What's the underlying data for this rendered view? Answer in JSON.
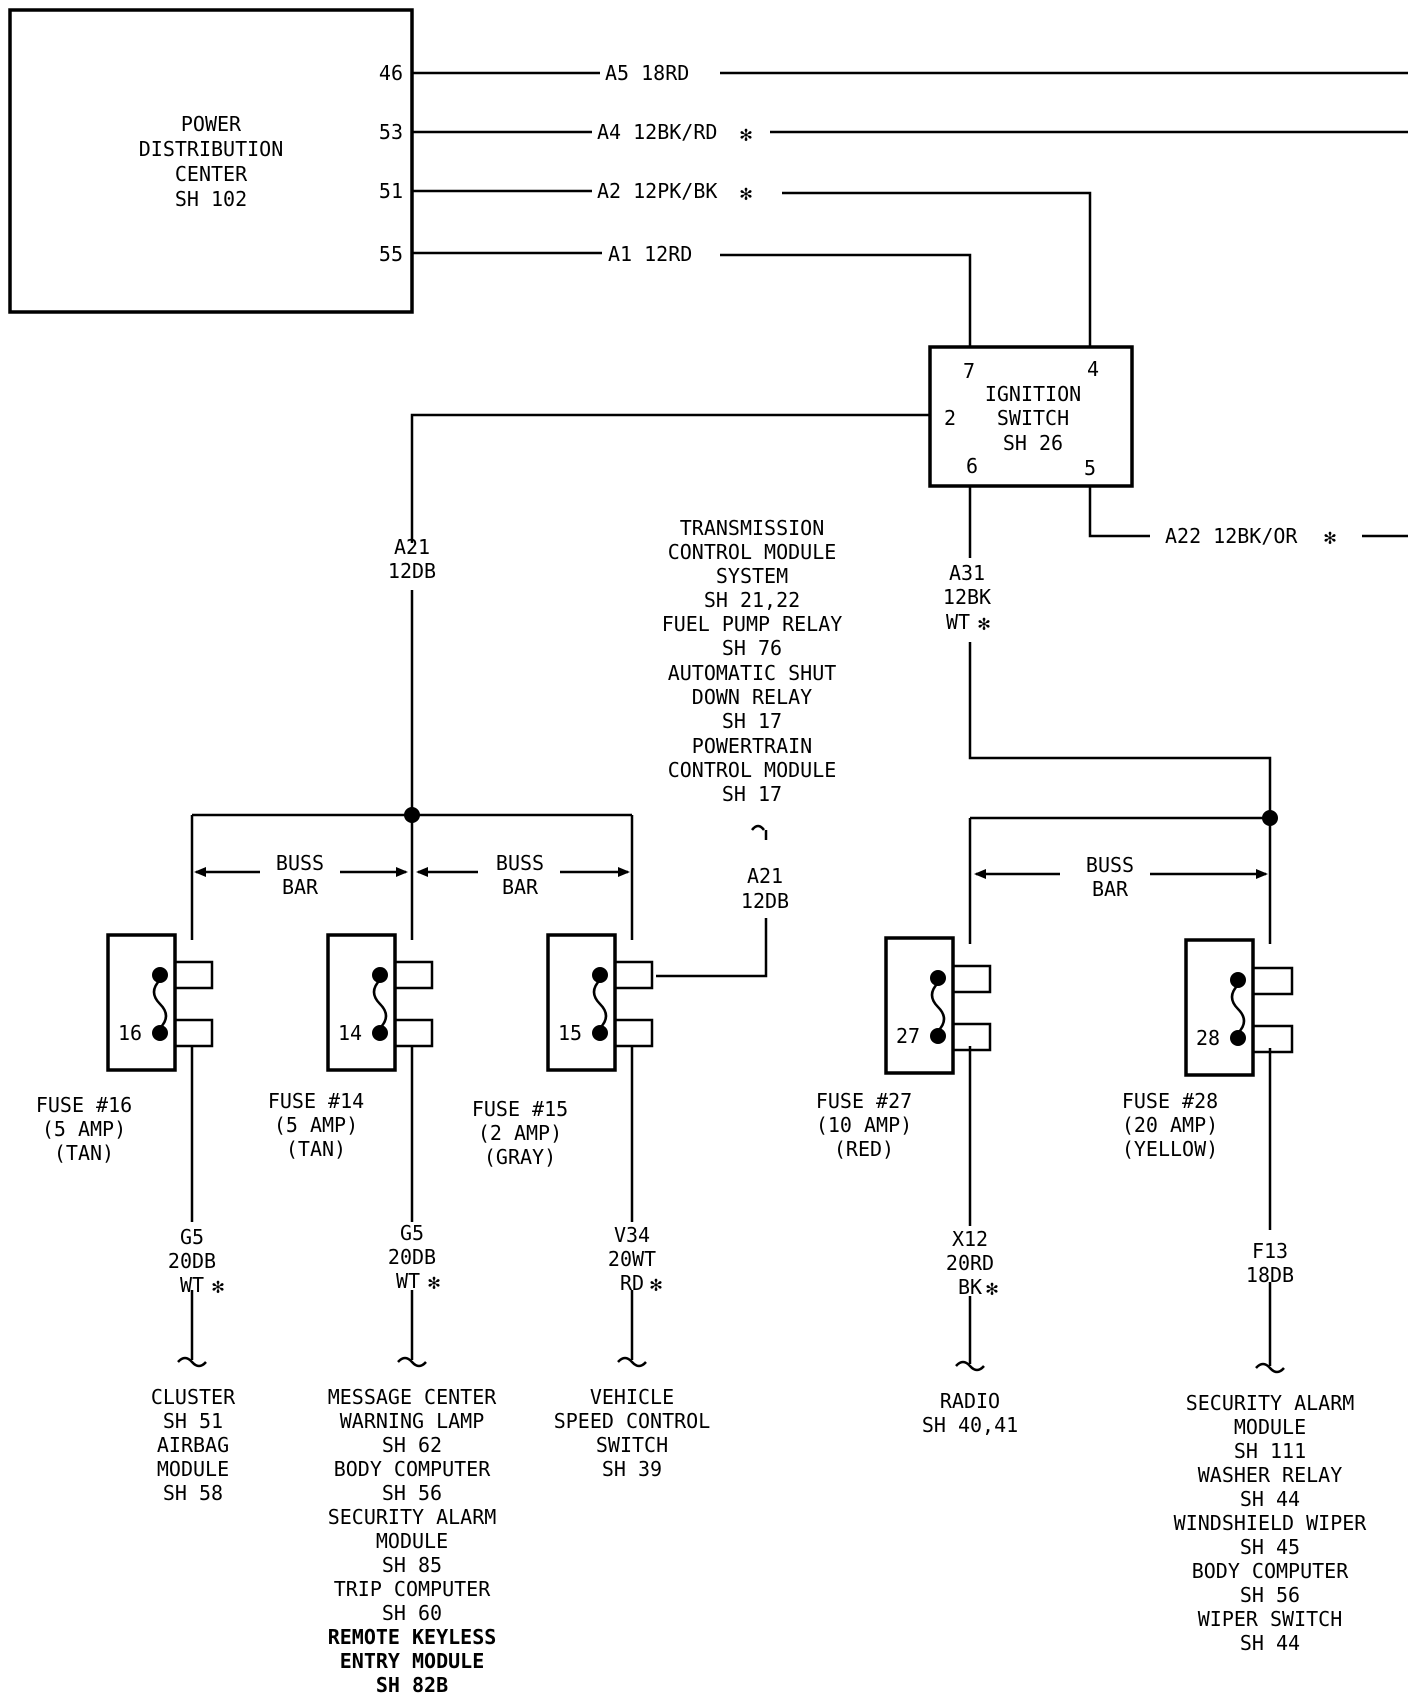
{
  "pdc": {
    "lines": [
      "POWER",
      "DISTRIBUTION",
      "CENTER",
      "SH 102"
    ],
    "pins": [
      "46",
      "53",
      "51",
      "55"
    ]
  },
  "wires": {
    "a5": "A5  18RD",
    "a4": "A4  12BK/RD",
    "a2": "A2  12PK/BK",
    "a1": "A1  12RD",
    "a22": "A22  12BK/OR",
    "a21_left": [
      "A21",
      "12DB"
    ],
    "a21_tcm": [
      "A21",
      "12DB"
    ],
    "a31": [
      "A31",
      "12BK",
      "WT"
    ],
    "g5_16": [
      "G5",
      "20DB",
      "WT"
    ],
    "g5_14": [
      "G5",
      "20DB",
      "WT"
    ],
    "v34": [
      "V34",
      "20WT",
      "RD"
    ],
    "x12": [
      "X12",
      "20RD",
      "BK"
    ],
    "f13": [
      "F13",
      "18DB"
    ]
  },
  "star": "✻",
  "ignition": {
    "lines": [
      "IGNITION",
      "SWITCH",
      "SH 26"
    ],
    "pins": [
      "7",
      "4",
      "2",
      "6",
      "5"
    ]
  },
  "tcm_refs": [
    "TRANSMISSION",
    "CONTROL MODULE",
    "SYSTEM",
    "SH 21,22",
    "FUEL PUMP RELAY",
    "SH 76",
    "AUTOMATIC SHUT",
    "DOWN RELAY",
    "SH 17",
    "POWERTRAIN",
    "CONTROL MODULE",
    "SH 17"
  ],
  "buss_bar": [
    "BUSS",
    "BAR"
  ],
  "fuses": [
    {
      "num": "16",
      "lines": [
        "FUSE #16",
        "(5 AMP)",
        "(TAN)"
      ]
    },
    {
      "num": "14",
      "lines": [
        "FUSE #14",
        "(5 AMP)",
        "(TAN)"
      ]
    },
    {
      "num": "15",
      "lines": [
        "FUSE #15",
        "(2 AMP)",
        "(GRAY)"
      ]
    },
    {
      "num": "27",
      "lines": [
        "FUSE #27",
        "(10 AMP)",
        "(RED)"
      ]
    },
    {
      "num": "28",
      "lines": [
        "FUSE #28",
        "(20 AMP)",
        "(YELLOW)"
      ]
    }
  ],
  "destinations": {
    "cluster": [
      "CLUSTER",
      "SH 51",
      "AIRBAG",
      "MODULE",
      "SH 58"
    ],
    "message": [
      "MESSAGE CENTER",
      "WARNING LAMP",
      "SH 62",
      "BODY COMPUTER",
      "SH 56",
      "SECURITY ALARM",
      "MODULE",
      "SH 85",
      "TRIP COMPUTER",
      "SH 60"
    ],
    "message_bold": [
      "REMOTE KEYLESS",
      "ENTRY MODULE",
      "SH 82B"
    ],
    "vehicle": [
      "VEHICLE",
      "SPEED CONTROL",
      "SWITCH",
      "SH 39"
    ],
    "radio": [
      "RADIO",
      "SH 40,41"
    ],
    "security": [
      "SECURITY ALARM",
      "MODULE",
      "SH 111",
      "WASHER RELAY",
      "SH 44",
      "WINDSHIELD WIPER",
      "SH 45",
      "BODY COMPUTER",
      "SH 56",
      "WIPER SWITCH",
      "SH 44"
    ]
  }
}
